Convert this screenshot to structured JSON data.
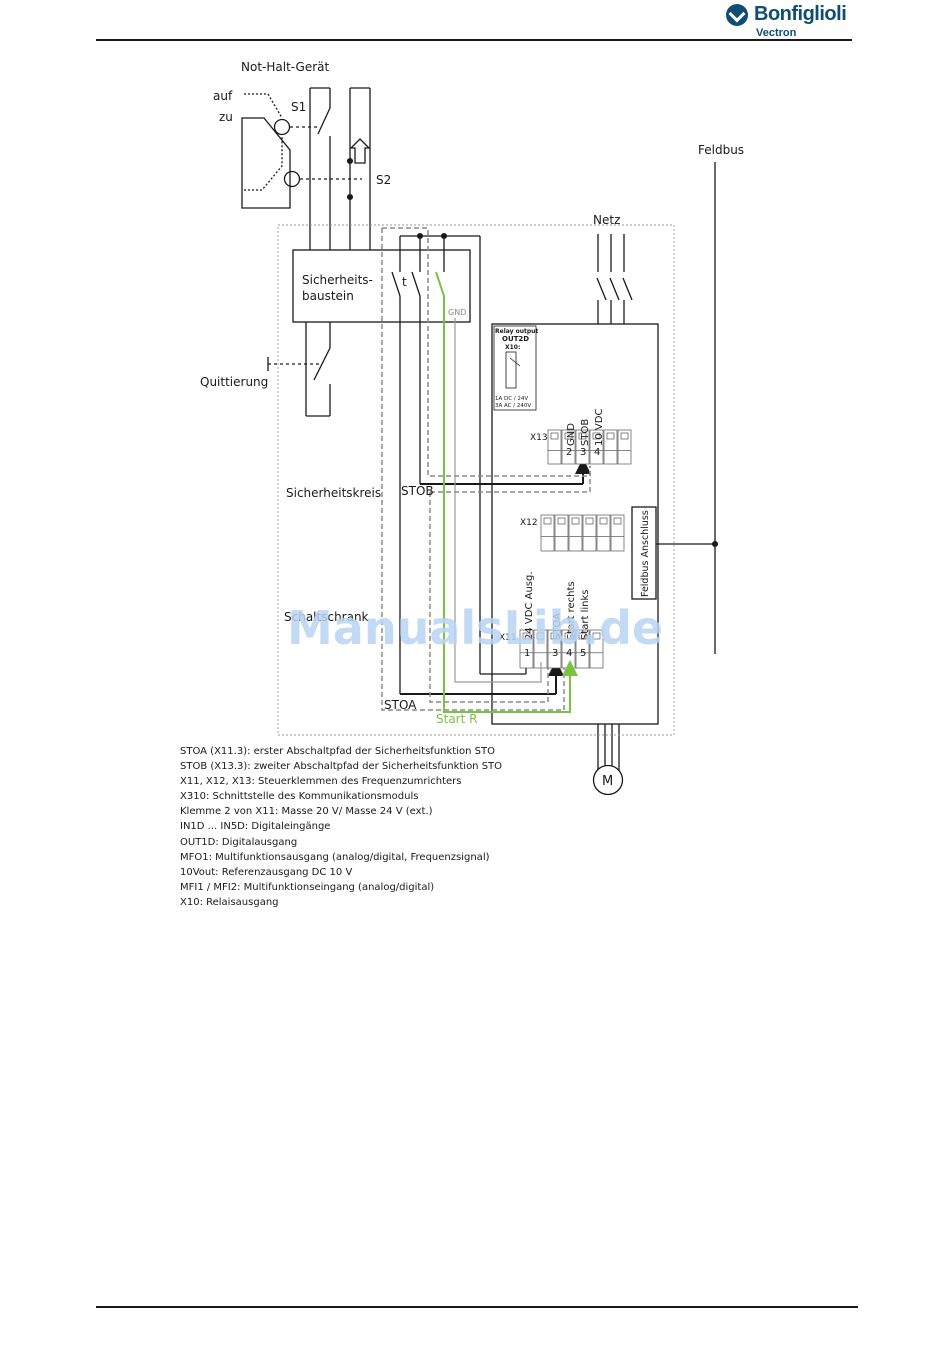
{
  "header": {
    "brand_name": "Bonfiglioli",
    "brand_sub": "Vectron"
  },
  "diagram": {
    "labels": {
      "not_halt": "Not-Halt-Gerät",
      "auf": "auf",
      "zu": "zu",
      "s1": "S1",
      "s2": "S2",
      "feldbus": "Feldbus",
      "netz": "Netz",
      "sicherheits": "Sicherheits-",
      "baustein": "baustein",
      "t": "t",
      "gnd": "GND",
      "quittierung": "Quittierung",
      "relay_output": "Relay output",
      "out2d": "OUT2D",
      "x10": "X10:",
      "relay_rating_1": "1A DC / 24V",
      "relay_rating_2": "3A AC / 240V",
      "x13": "X13",
      "x13_gnd": "GND",
      "x13_stob": "STOB",
      "x13_10vdc": "10 VDC",
      "x13_n2": "2",
      "x13_n3": "3",
      "x13_n4": "4",
      "sicherheitskreis": "Sicherheitskreis",
      "stob": "STOB",
      "x12": "X12",
      "feldbus_anschluss": "Feldbus Anschluss",
      "schaltschrank": "Schaltschrank",
      "x11": "X11",
      "x11_24vdc": "24 VDC Ausg.",
      "x11_stoa": "STOA",
      "x11_start_rechts": "Start rechts",
      "x11_start_links": "Start links",
      "x11_n1": "1",
      "x11_n3": "3",
      "x11_n4": "4",
      "x11_n5": "5",
      "stoa": "STOA",
      "start_r": "Start R",
      "motor": "M"
    },
    "watermark": "ManualsLib.de"
  },
  "legend": [
    "STOA (X11.3): erster Abschaltpfad der Sicherheitsfunktion STO",
    "STOB (X13.3): zweiter Abschaltpfad der Sicherheitsfunktion STO",
    "X11, X12, X13: Steuerklemmen des Frequenzumrichters",
    "X310: Schnittstelle des Kommunikationsmoduls",
    "Klemme 2 von X11: Masse 20 V/ Masse 24 V (ext.)",
    "IN1D ... IN5D: Digitaleingänge",
    "OUT1D: Digitalausgang",
    "MFO1: Multifunktionsausgang (analog/digital, Frequenzsignal)",
    "10Vout: Referenzausgang DC 10 V",
    "MFI1 / MFI2: Multifunktionseingang (analog/digital)",
    "X10: Relaisausgang"
  ],
  "colors": {
    "brand": "#0f4d73",
    "line": "#1a1a1a",
    "dashed": "#8a8a8a",
    "green": "#7cc242",
    "watermark": "#b9d3f2"
  }
}
